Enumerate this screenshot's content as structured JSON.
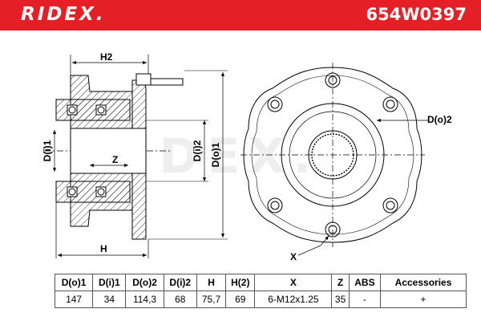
{
  "header": {
    "brand": "RIDEX.",
    "part_number": "654W0397",
    "color": "#e41f26"
  },
  "drawing": {
    "labels": {
      "h2": "H2",
      "di1": "D(i)1",
      "z": "Z",
      "di2": "D(i)2",
      "do1": "D(o)1",
      "h": "H",
      "do2": "D(o)2",
      "x": "X"
    }
  },
  "watermark": "RIDEX.",
  "specs": {
    "headers": [
      "D(o)1",
      "D(i)1",
      "D(o)2",
      "D(i)2",
      "H",
      "H(2)",
      "X",
      "Z",
      "ABS",
      "Accessories"
    ],
    "values": [
      "147",
      "34",
      "114,3",
      "68",
      "75,7",
      "69",
      "6-M12x1.25",
      "35",
      "-",
      "+"
    ]
  }
}
